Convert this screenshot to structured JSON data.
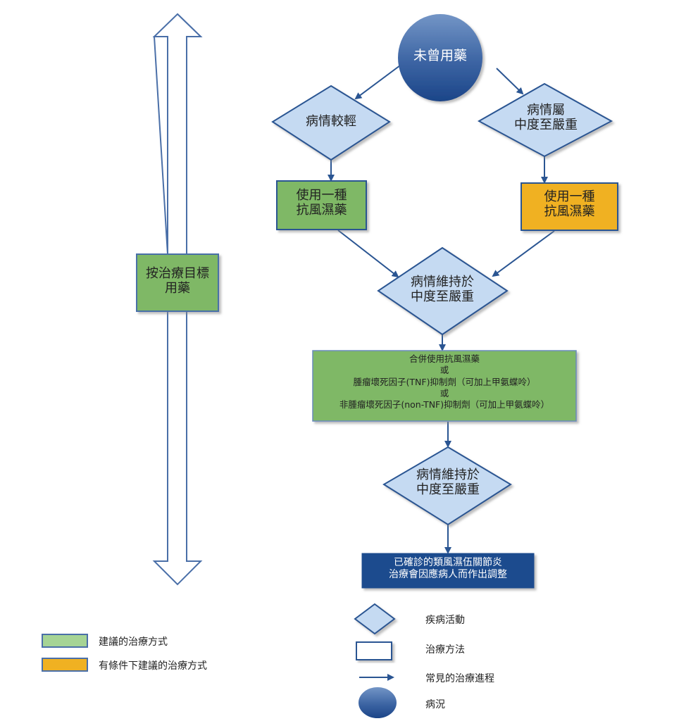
{
  "title": "類風濕關節炎治療流程圖",
  "colors": {
    "recommended": "#7fb866",
    "conditional": "#f0b122",
    "diamond_fill": "#c5daf2",
    "stroke": "#2a5592",
    "dark_box": "#1f4b8e",
    "legend_recommended": "#a6d495"
  },
  "nodes": {
    "start": {
      "label": "未曾用藥"
    },
    "mild": {
      "label": "病情較輕"
    },
    "moderate_severe": {
      "line1": "病情屬",
      "line2": "中度至嚴重"
    },
    "single_dmard_left": {
      "line1": "使用一種",
      "line2": "抗風濕藥"
    },
    "single_dmard_right": {
      "line1": "使用一種",
      "line2": "抗風濕藥"
    },
    "persist_1": {
      "line1": "病情維持於",
      "line2": "中度至嚴重"
    },
    "combo": {
      "line1": "合併使用抗風濕藥",
      "line2": "或",
      "line3": "腫瘤壞死因子(TNF)抑制劑（可加上甲氨蝶呤）",
      "line4": "或",
      "line5": "非腫瘤壞死因子(non-TNF)抑制劑（可加上甲氨蝶呤）"
    },
    "persist_2": {
      "line1": "病情維持於",
      "line2": "中度至嚴重"
    },
    "final": {
      "line1": "已確診的類風濕伍關節炎",
      "line2": "治療會因應病人而作出調整"
    },
    "treat_to_target": {
      "line1": "按治療目標",
      "line2": "用藥"
    }
  },
  "legend_left": [
    {
      "label": "建議的治療方式",
      "kind": "recommended"
    },
    {
      "label": "有條件下建議的治療方式",
      "kind": "conditional"
    }
  ],
  "legend_right": [
    {
      "label": "疾病活動",
      "shape": "diamond"
    },
    {
      "label": "治療方法",
      "shape": "rectangle"
    },
    {
      "label": "常見的治療進程",
      "shape": "arrow"
    },
    {
      "label": "病況",
      "shape": "ellipse"
    }
  ]
}
